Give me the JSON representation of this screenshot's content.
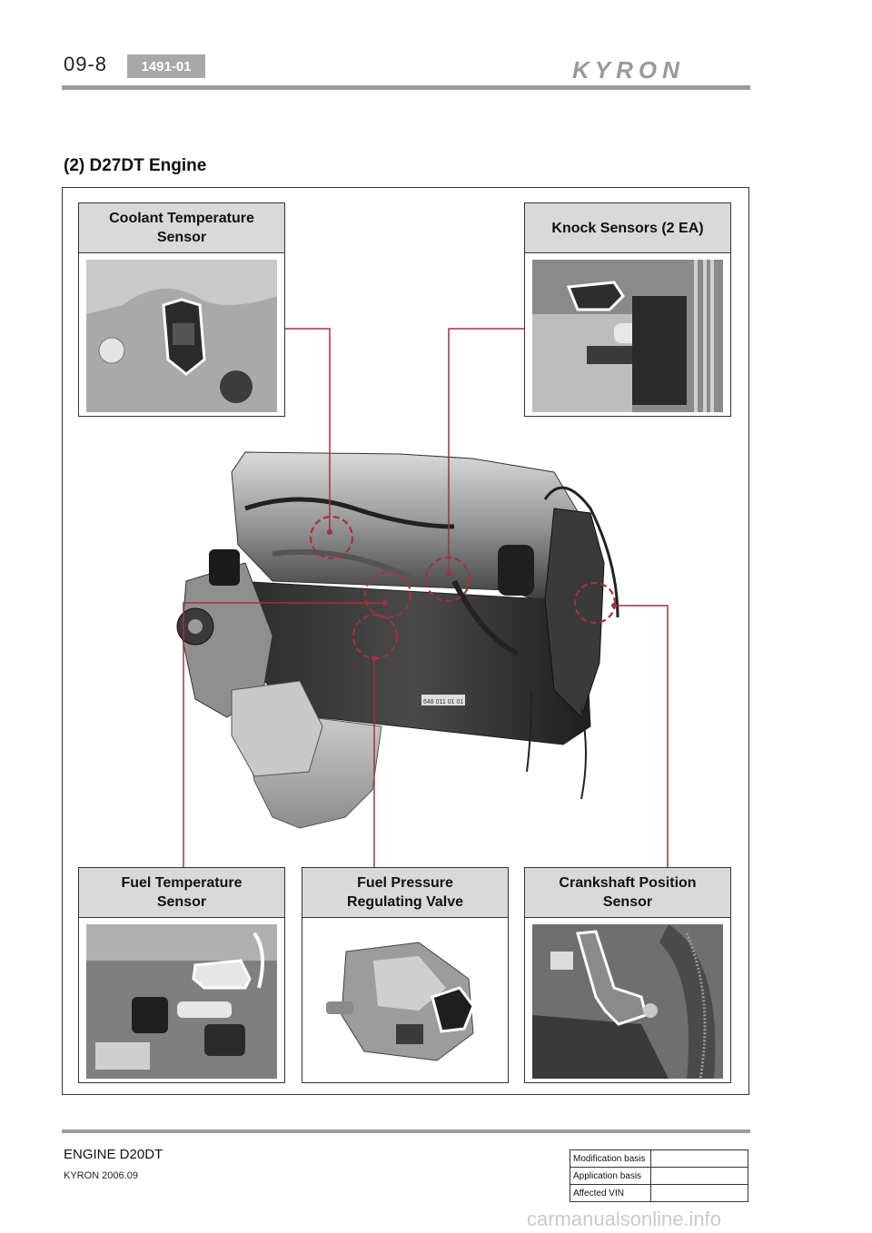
{
  "header": {
    "page_number": "09-8",
    "code": "1491-01",
    "brand": "KYRON"
  },
  "section_title": "(2) D27DT Engine",
  "callouts": {
    "coolant": {
      "label": "Coolant Temperature\nSensor"
    },
    "knock": {
      "label": "Knock Sensors (2 EA)"
    },
    "fuel_temp": {
      "label": "Fuel Temperature\nSensor"
    },
    "fuel_pressure": {
      "label": "Fuel Pressure\nRegulating Valve"
    },
    "crankshaft": {
      "label": "Crankshaft Position\nSensor"
    }
  },
  "engine_plate_text": "648 011 01 01",
  "footer": {
    "title": "ENGINE D20DT",
    "subtitle": "KYRON 2006.09",
    "table": [
      {
        "key": "Modification basis",
        "value": ""
      },
      {
        "key": "Application basis",
        "value": ""
      },
      {
        "key": "Affected VIN",
        "value": ""
      }
    ]
  },
  "watermark": "carmanualsonline.info",
  "colors": {
    "leader": "#a3313f",
    "label_bg": "#d9d9d9",
    "rule": "#9a9a9a"
  }
}
